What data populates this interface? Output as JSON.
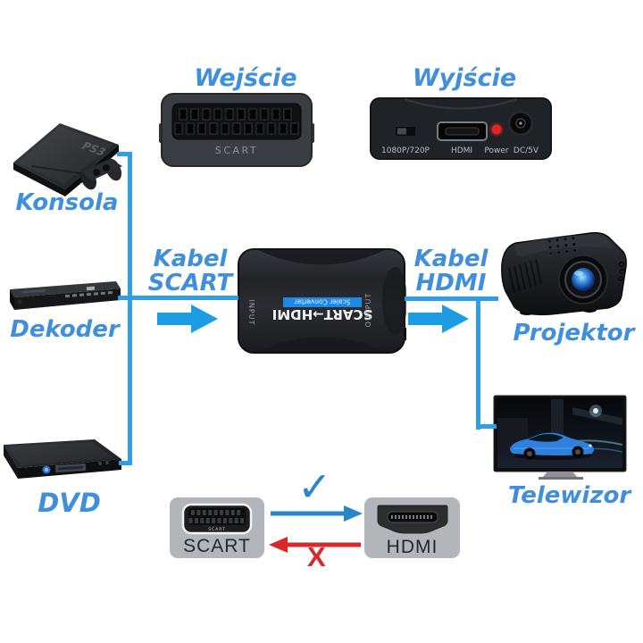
{
  "titles": {
    "input": "Wejście",
    "output": "Wyjście"
  },
  "devices": {
    "console": {
      "label": "Konsola",
      "logo": "PS3"
    },
    "decoder": {
      "label": "Dekoder"
    },
    "dvd": {
      "label": "DVD"
    },
    "projector": {
      "label": "Projektor"
    },
    "tv": {
      "label": "Telewizor"
    },
    "scart_plug": {
      "label": "SCART"
    },
    "hdmi_box": {
      "mode_switch": "1080P/720P",
      "hdmi_port": "HDMI",
      "power_led": "Power",
      "dc_jack": "DC/5V"
    }
  },
  "cables": {
    "scart": {
      "line1": "Kabel",
      "line2": "SCART"
    },
    "hdmi": {
      "line1": "Kabel",
      "line2": "HDMI"
    }
  },
  "converter": {
    "name": "SCART→HDMI",
    "subtitle": "Scaler Converter",
    "input": "INPUT",
    "output": "OUTPUT"
  },
  "comparison": {
    "scart": "SCART",
    "scart_mini": "SCART",
    "hdmi": "HDMI",
    "check": "✓",
    "cross": "X"
  },
  "colors": {
    "label_blue": "#3F8FDB",
    "line_blue": "#2E9FE6",
    "arrow_blue": "#1C9CE2",
    "check_blue": "#2A86CA",
    "cross_red": "#D7282B",
    "strip_blue": "#1E88E5",
    "block_gray": "#B2B6BA"
  }
}
